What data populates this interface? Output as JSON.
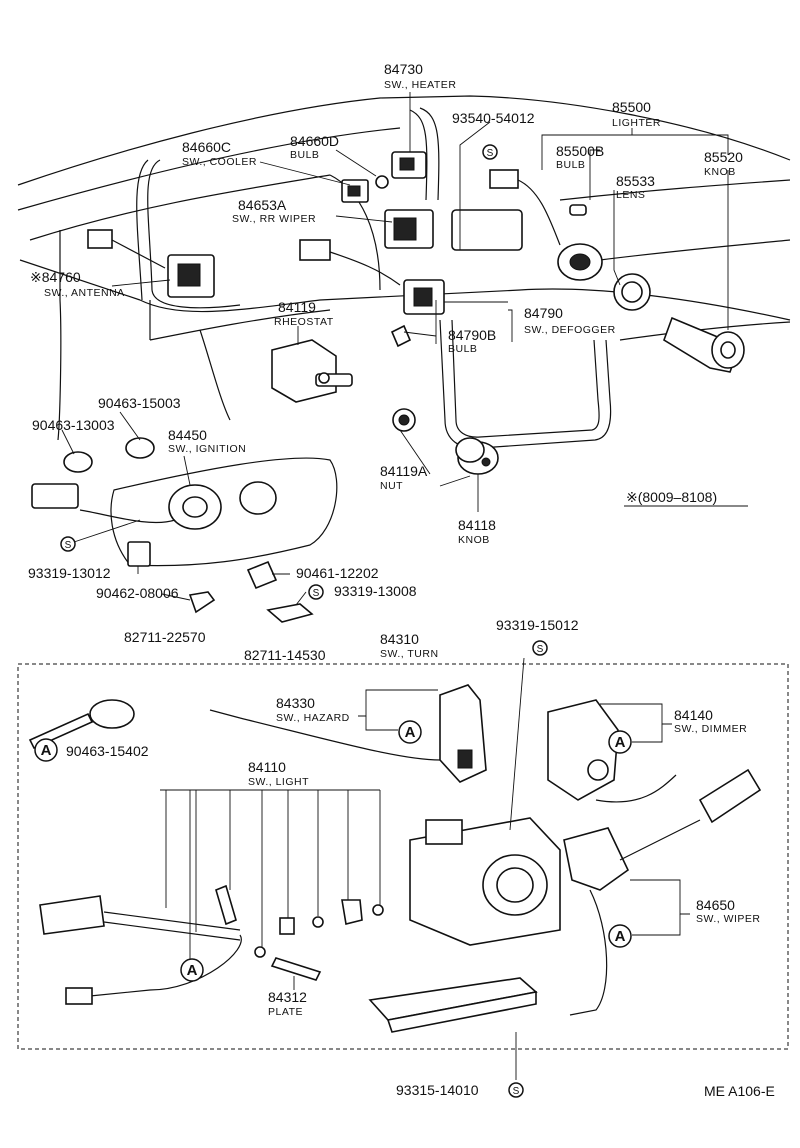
{
  "labels": {
    "p84730": {
      "num": "84730",
      "name": "SW., HEATER"
    },
    "p93540": {
      "num": "93540-54012"
    },
    "p85500": {
      "num": "85500",
      "name": "LIGHTER"
    },
    "p84660C": {
      "num": "84660C",
      "name": "SW., COOLER"
    },
    "p84660D": {
      "num": "84660D",
      "name": "BULB"
    },
    "p85500B": {
      "num": "85500B",
      "name": "BULB"
    },
    "p85520": {
      "num": "85520",
      "name": "KNOB"
    },
    "p85533": {
      "num": "85533",
      "name": "LENS"
    },
    "p84653A": {
      "num": "84653A",
      "name": "SW., RR WIPER"
    },
    "p84760": {
      "num": "※84760",
      "name": "SW., ANTENNA"
    },
    "p84119": {
      "num": "84119",
      "name": "RHEOSTAT"
    },
    "p84790": {
      "num": "84790",
      "name": "SW., DEFOGGER"
    },
    "p84790B": {
      "num": "84790B",
      "name": "BULB"
    },
    "p90463_15003": {
      "num": "90463-15003"
    },
    "p90463_13003": {
      "num": "90463-13003"
    },
    "p84450": {
      "num": "84450",
      "name": "SW., IGNITION"
    },
    "p84119A": {
      "num": "84119A",
      "name": "NUT"
    },
    "p84118": {
      "num": "84118",
      "name": "KNOB"
    },
    "date_range": "※(8009–8108)",
    "p93319_13012": {
      "num": "93319-13012"
    },
    "p90461_12202": {
      "num": "90461-12202"
    },
    "p93319_13008": {
      "num": "93319-13008"
    },
    "p90462_08006": {
      "num": "90462-08006"
    },
    "p82711_22570": {
      "num": "82711-22570"
    },
    "p82711_14530": {
      "num": "82711-14530"
    },
    "p84310": {
      "num": "84310",
      "name": "SW., TURN"
    },
    "p93319_15012": {
      "num": "93319-15012"
    },
    "p84330": {
      "num": "84330",
      "name": "SW., HAZARD"
    },
    "p84140": {
      "num": "84140",
      "name": "SW., DIMMER"
    },
    "p90463_15402": {
      "num": "90463-15402"
    },
    "p84110": {
      "num": "84110",
      "name": "SW., LIGHT"
    },
    "p84650": {
      "num": "84650",
      "name": "SW., WIPER"
    },
    "p84312": {
      "num": "84312",
      "name": "PLATE"
    },
    "p93315_14010": {
      "num": "93315-14010"
    }
  },
  "callout_letter": "A",
  "screw_letter": "S",
  "page_code": "ME  A106-E"
}
